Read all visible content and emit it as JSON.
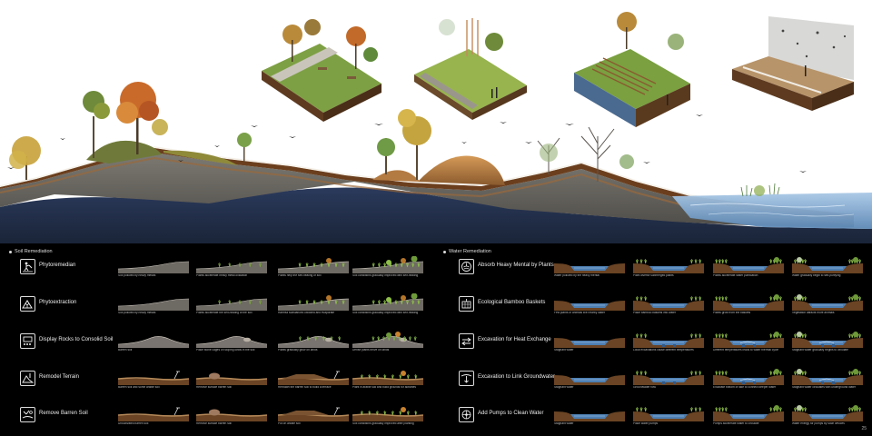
{
  "soil": {
    "title": "Soil Remediation",
    "rows": [
      {
        "label": "Phytoremedian",
        "icon": "digging-person-icon",
        "theme": "rise",
        "steps": [
          "Soil polluted by heavy metals",
          "Plants accelerate heavy metal oxidation",
          "Plants help the self-healing of soil",
          "Soil conditions gradually improved with self-healing"
        ]
      },
      {
        "label": "Phytoextraction",
        "icon": "mountain-plant-icon",
        "theme": "rise",
        "steps": [
          "Soil polluted by heavy metals",
          "Plants accelerate the self-healing of the soil",
          "Harmful substances oxidized and evaporate",
          "Soil conditions gradually improved with self-healing"
        ]
      },
      {
        "label": "Display Rocks to Consolid Soil",
        "icon": "rocks-icon",
        "theme": "mound",
        "steps": [
          "Barren soil",
          "Place stone cages on sloping lands in the soil",
          "Plants gradually grow on lands",
          "Dense plants thrive on lands"
        ]
      },
      {
        "label": "Remodel Terrain",
        "icon": "shovel-terrain-icon",
        "theme": "terrain",
        "steps": [
          "Barren soil and some arable soil",
          "Remove surface barren soil",
          "Remodel the barren soil to build a terrace",
          "Plant in arable soil and build grounds for activities"
        ]
      },
      {
        "label": "Remove Barren Soil",
        "icon": "shovel-soil-icon",
        "theme": "terrain",
        "steps": [
          "Uncultivated barren soil",
          "Remove surface barren soil",
          "Put on arable soil",
          "Soil conditions gradually improved after planting"
        ]
      }
    ]
  },
  "water": {
    "title": "Water Remediation",
    "rows": [
      {
        "label": "Absorb Heavy Mental  by Plants",
        "icon": "water-plant-icon",
        "theme": "pond",
        "steps": [
          "Water polluted by the heavy mental",
          "Plant diverse submerged plants",
          "Plants accelerate water purification",
          "Water gradually begin to self-purifying"
        ]
      },
      {
        "label": "Ecological Bamboo Baskets",
        "icon": "bamboo-basket-icon",
        "theme": "pond",
        "steps": [
          "Few plants or animals live nearby water",
          "Place bamboo baskets into water",
          "Plants grow from the baskets",
          "Vegetation attracts more animals"
        ]
      },
      {
        "label": "Excavation for Heat Exchange",
        "icon": "heat-exchange-icon",
        "theme": "excav",
        "steps": [
          "Stagnant water",
          "Local excavations cause different temperatures",
          "Different temperatures leads to water thermal cycle",
          "Stagnant water gradually begins to circulate"
        ]
      },
      {
        "label": "Excavation to Link Groundwater",
        "icon": "groundwater-icon",
        "theme": "excav",
        "steps": [
          "Stagnant water",
          "Groundwater flow",
          "Excavate bottom of lake to connect deeper water",
          "Stagnant water circulates with underground water"
        ]
      },
      {
        "label": "Add Pumps to Clean Water",
        "icon": "pump-icon",
        "theme": "pond",
        "steps": [
          "Stagnant water",
          "Place water pumps",
          "Pumps accelerate water to circulate",
          "Water energy for pumps by solar devices"
        ]
      }
    ]
  },
  "page_number": "25"
}
